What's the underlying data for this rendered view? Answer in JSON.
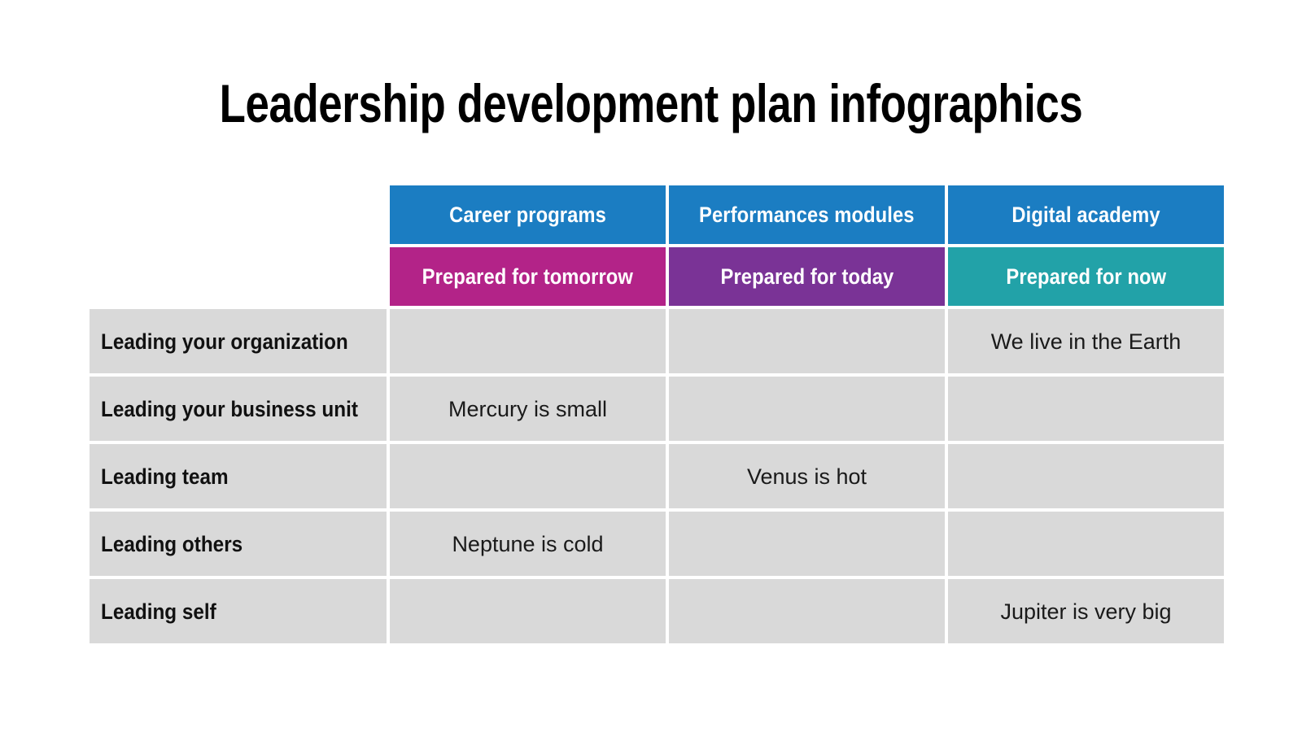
{
  "slide": {
    "title": "Leadership development plan infographics",
    "background_color": "#FFFFFF"
  },
  "colors": {
    "header_blue": "#1B7DC2",
    "subheader_magenta": "#B32388",
    "subheader_purple": "#7A3396",
    "subheader_teal": "#22A2A8",
    "cell_gray": "#D9D9D9",
    "text_dark": "#000000",
    "text_on_color": "#FFFFFF"
  },
  "chart_data": {
    "type": "table",
    "title": "Leadership development plan infographics",
    "column_headers": [
      "Career programs",
      "Performances modules",
      "Digital academy"
    ],
    "column_subheaders": [
      "Prepared for tomorrow",
      "Prepared for today",
      "Prepared for now"
    ],
    "row_headers": [
      "Leading your organization",
      "Leading your business unit",
      "Leading team",
      "Leading others",
      "Leading self"
    ],
    "cells": [
      [
        "",
        "",
        "We live in the Earth"
      ],
      [
        "Mercury is small",
        "",
        ""
      ],
      [
        "",
        "Venus is hot",
        ""
      ],
      [
        "Neptune is cold",
        "",
        ""
      ],
      [
        "",
        "",
        "Jupiter is very big"
      ]
    ]
  },
  "table": {
    "corner_label": "",
    "headers": [
      {
        "label": "Career programs",
        "sub": "Prepared for tomorrow",
        "color": "#B32388"
      },
      {
        "label": "Performances modules",
        "sub": "Prepared for today",
        "color": "#7A3396"
      },
      {
        "label": "Digital academy",
        "sub": "Prepared for now",
        "color": "#22A2A8"
      }
    ],
    "rows": [
      {
        "label": "Leading your organization",
        "cells": [
          "",
          "",
          "We live in the Earth"
        ]
      },
      {
        "label": "Leading your business unit",
        "cells": [
          "Mercury is small",
          "",
          ""
        ]
      },
      {
        "label": "Leading team",
        "cells": [
          "",
          "Venus is hot",
          ""
        ]
      },
      {
        "label": "Leading others",
        "cells": [
          "Neptune is cold",
          "",
          ""
        ]
      },
      {
        "label": "Leading self",
        "cells": [
          "",
          "",
          "Jupiter is very big"
        ]
      }
    ]
  }
}
